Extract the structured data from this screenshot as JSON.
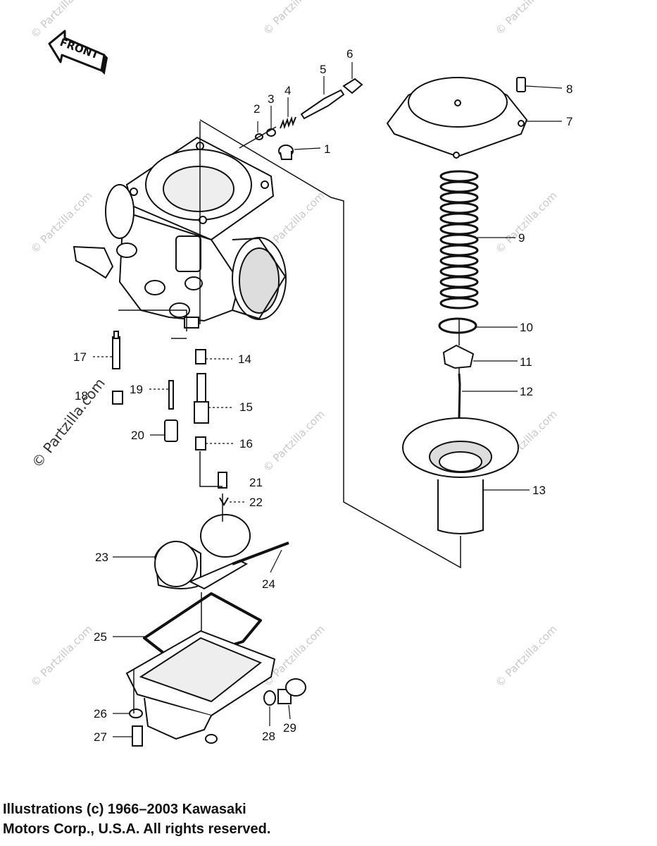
{
  "watermark": "© Partzilla.com",
  "front_label": "FRONT",
  "copyright_line1": "Illustrations (c) 1966–2003 Kawasaki",
  "copyright_line2": "Motors Corp., U.S.A.  All rights reserved.",
  "callouts": [
    "1",
    "2",
    "3",
    "4",
    "5",
    "6",
    "7",
    "8",
    "9",
    "10",
    "11",
    "12",
    "13",
    "14",
    "15",
    "16",
    "17",
    "18",
    "19",
    "20",
    "21",
    "22",
    "23",
    "24",
    "25",
    "26",
    "27",
    "28",
    "29"
  ]
}
